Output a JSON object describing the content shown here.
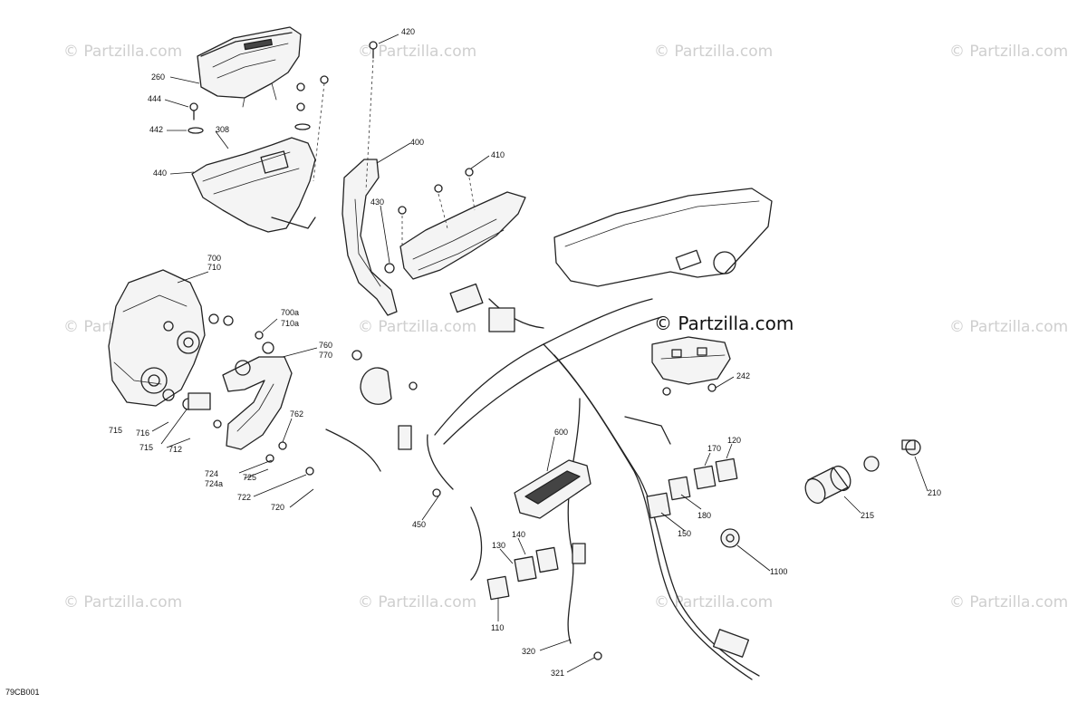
{
  "watermark": {
    "text": "© Partzilla.com",
    "main_text": "© Partzilla.com",
    "color": "#cfcfcf"
  },
  "diagram_code": "79CB001",
  "callouts": [
    {
      "id": "c420",
      "text": "420"
    },
    {
      "id": "c260",
      "text": "260"
    },
    {
      "id": "c444",
      "text": "444"
    },
    {
      "id": "c442",
      "text": "442"
    },
    {
      "id": "c308",
      "text": "308"
    },
    {
      "id": "c400",
      "text": "400"
    },
    {
      "id": "c440",
      "text": "440"
    },
    {
      "id": "c410",
      "text": "410"
    },
    {
      "id": "c430",
      "text": "430"
    },
    {
      "id": "c700",
      "text": "700"
    },
    {
      "id": "c710",
      "text": "710"
    },
    {
      "id": "c700a",
      "text": "700a"
    },
    {
      "id": "c710a",
      "text": "710a"
    },
    {
      "id": "c760",
      "text": "760"
    },
    {
      "id": "c770",
      "text": "770"
    },
    {
      "id": "c242",
      "text": "242"
    },
    {
      "id": "c762",
      "text": "762"
    },
    {
      "id": "c715a",
      "text": "715"
    },
    {
      "id": "c716",
      "text": "716"
    },
    {
      "id": "c715b",
      "text": "715"
    },
    {
      "id": "c712",
      "text": "712"
    },
    {
      "id": "c724",
      "text": "724"
    },
    {
      "id": "c724a",
      "text": "724a"
    },
    {
      "id": "c725",
      "text": "725"
    },
    {
      "id": "c722",
      "text": "722"
    },
    {
      "id": "c720",
      "text": "720"
    },
    {
      "id": "c600",
      "text": "600"
    },
    {
      "id": "c170",
      "text": "170"
    },
    {
      "id": "c120",
      "text": "120"
    },
    {
      "id": "c180",
      "text": "180"
    },
    {
      "id": "c150",
      "text": "150"
    },
    {
      "id": "c210",
      "text": "210"
    },
    {
      "id": "c215",
      "text": "215"
    },
    {
      "id": "c1100",
      "text": "1100"
    },
    {
      "id": "c450",
      "text": "450"
    },
    {
      "id": "c140",
      "text": "140"
    },
    {
      "id": "c130",
      "text": "130"
    },
    {
      "id": "c110",
      "text": "110"
    },
    {
      "id": "c320",
      "text": "320"
    },
    {
      "id": "c321",
      "text": "321"
    }
  ]
}
